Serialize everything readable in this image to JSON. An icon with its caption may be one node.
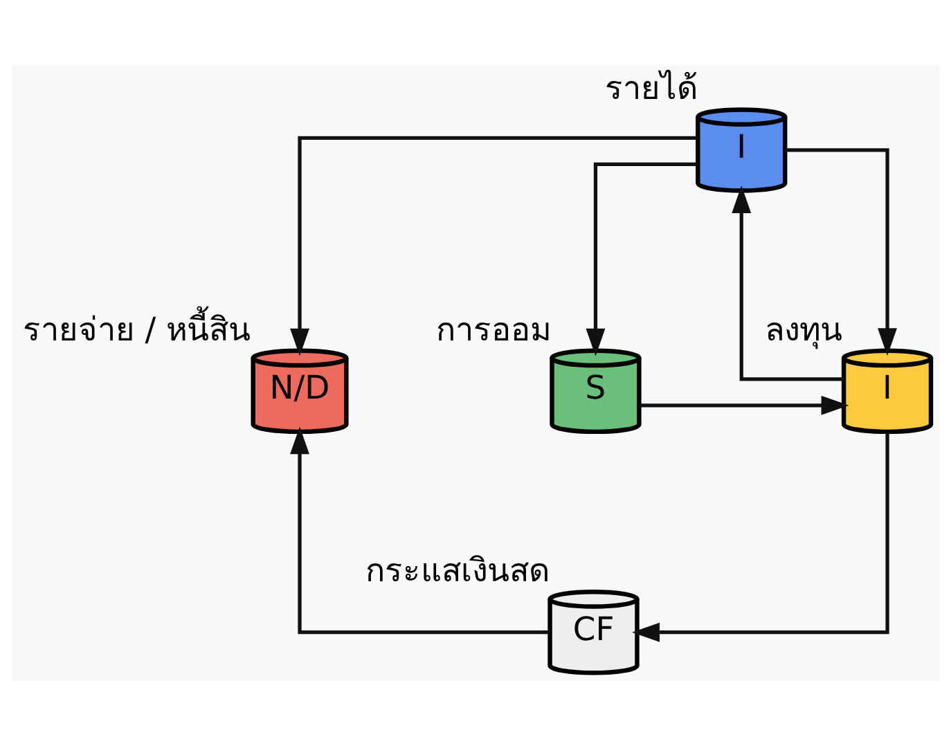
{
  "diagram": {
    "nodes": [
      {
        "text": [
          "I"
        ],
        "beside": [
          "รายได้"
        ]
      },
      {
        "text": [
          "N/D"
        ],
        "beside": [
          "รายจ่าย / หนี้สิน"
        ]
      },
      {
        "text": [
          "S"
        ],
        "beside": [
          "การออม"
        ]
      },
      {
        "text": [
          "I"
        ],
        "beside": [
          "ลงทุน"
        ]
      },
      {
        "text": [
          "CF"
        ],
        "beside": [
          "กระแสเงินสด"
        ]
      }
    ],
    "edges": [
      {
        "from": 0,
        "to": 1,
        "arrow": "to"
      },
      {
        "from": 0,
        "to": 2,
        "arrow": "to"
      },
      {
        "from": 0,
        "to": 3,
        "arrow": "to"
      },
      {
        "from": 2,
        "to": 3,
        "arrow": "to"
      },
      {
        "from": 3,
        "to": 0,
        "arrow": "to"
      },
      {
        "from": 3,
        "to": 4,
        "arrow": "to"
      },
      {
        "from": 4,
        "to": 1,
        "arrow": "to"
      }
    ]
  }
}
